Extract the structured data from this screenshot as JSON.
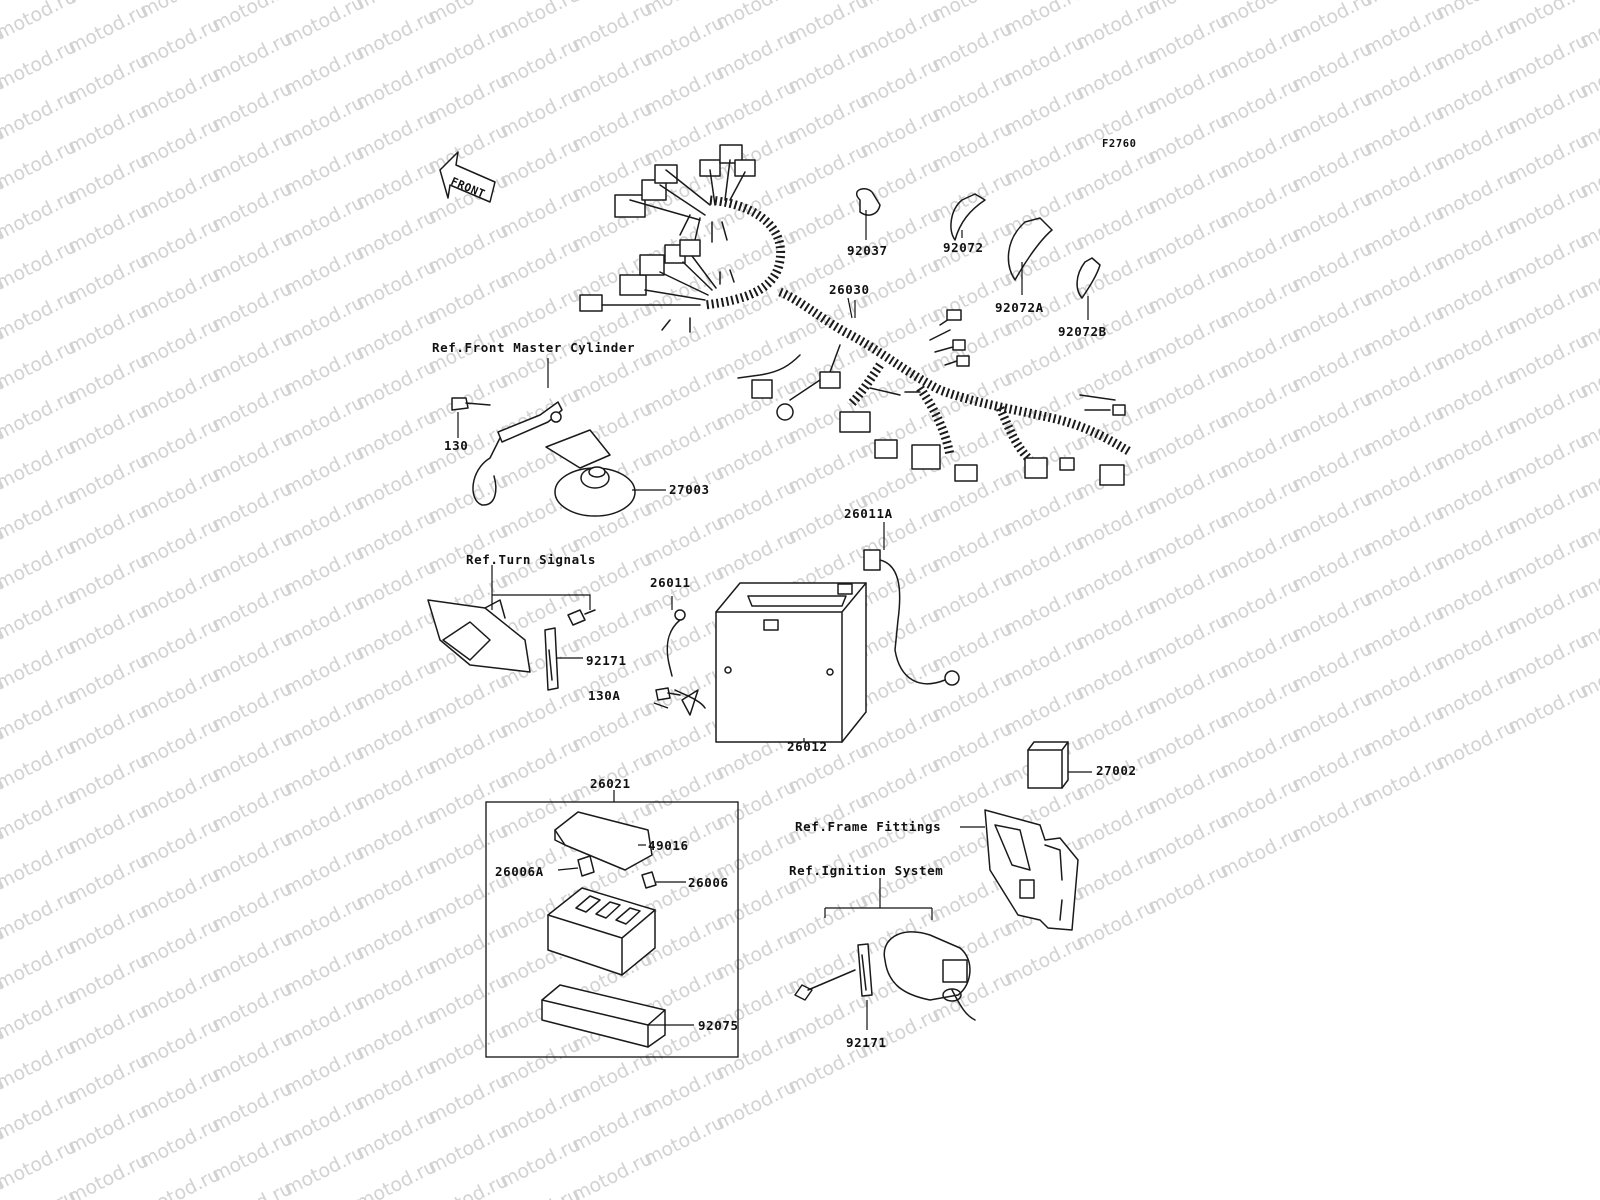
{
  "figure_code": "F2760",
  "front_marker": "FRONT",
  "refs": {
    "front_master_cylinder": "Ref.Front Master Cylinder",
    "turn_signals": "Ref.Turn Signals",
    "frame_fittings": "Ref.Frame Fittings",
    "ignition_system": "Ref.Ignition System"
  },
  "parts": {
    "p92037": "92037",
    "p92072": "92072",
    "p92072A": "92072A",
    "p92072B": "92072B",
    "p26030": "26030",
    "p130": "130",
    "p27003": "27003",
    "p26011A": "26011A",
    "p26011": "26011",
    "p92171a": "92171",
    "p130A": "130A",
    "p26012": "26012",
    "p27002": "27002",
    "p26021": "26021",
    "p49016": "49016",
    "p26006A": "26006A",
    "p26006": "26006",
    "p92075": "92075",
    "p92171b": "92171"
  },
  "watermark": "motod.ru"
}
